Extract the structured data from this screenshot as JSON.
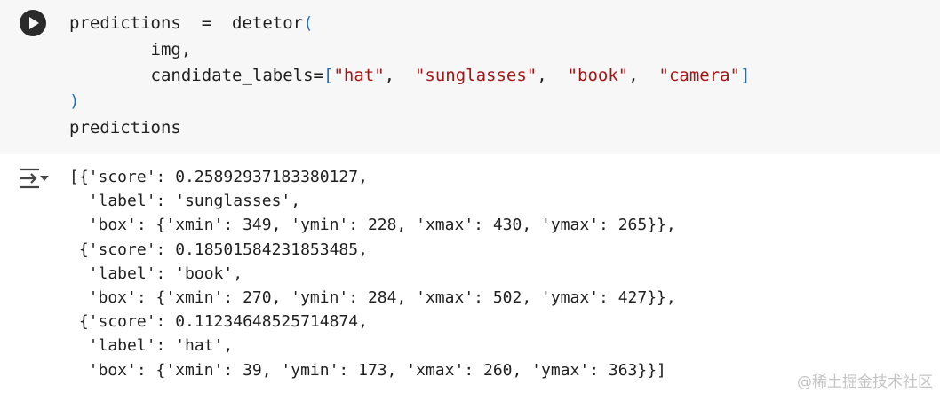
{
  "code": {
    "line1": {
      "head": "predictions  =  detetor",
      "paren": "("
    },
    "line2": "        img,",
    "line3": {
      "head": "        candidate_labels=",
      "open": "[",
      "s1": "\"hat\"",
      "c1": ",  ",
      "s2": "\"sunglasses\"",
      "c2": ",  ",
      "s3": "\"book\"",
      "c3": ",  ",
      "s4": "\"camera\"",
      "close": "]"
    },
    "line4": ")",
    "line5": "predictions"
  },
  "output": {
    "lines": [
      "[{'score': 0.25892937183380127,",
      "  'label': 'sunglasses',",
      "  'box': {'xmin': 349, 'ymin': 228, 'xmax': 430, 'ymax': 265}},",
      " {'score': 0.18501584231853485,",
      "  'label': 'book',",
      "  'box': {'xmin': 270, 'ymin': 284, 'xmax': 502, 'ymax': 427}},",
      " {'score': 0.11234648525714874,",
      "  'label': 'hat',",
      "  'box': {'xmin': 39, 'ymin': 173, 'xmax': 260, 'ymax': 363}}]"
    ]
  },
  "watermark": "@稀土掘金技术社区",
  "icons": {
    "run": "play-icon",
    "output": "output-toggle-icon"
  },
  "colors": {
    "code_bg": "#f7f7f7",
    "string": "#a31515",
    "punctuation": "#1f6fc0",
    "run_button": "#2b2b2b"
  }
}
